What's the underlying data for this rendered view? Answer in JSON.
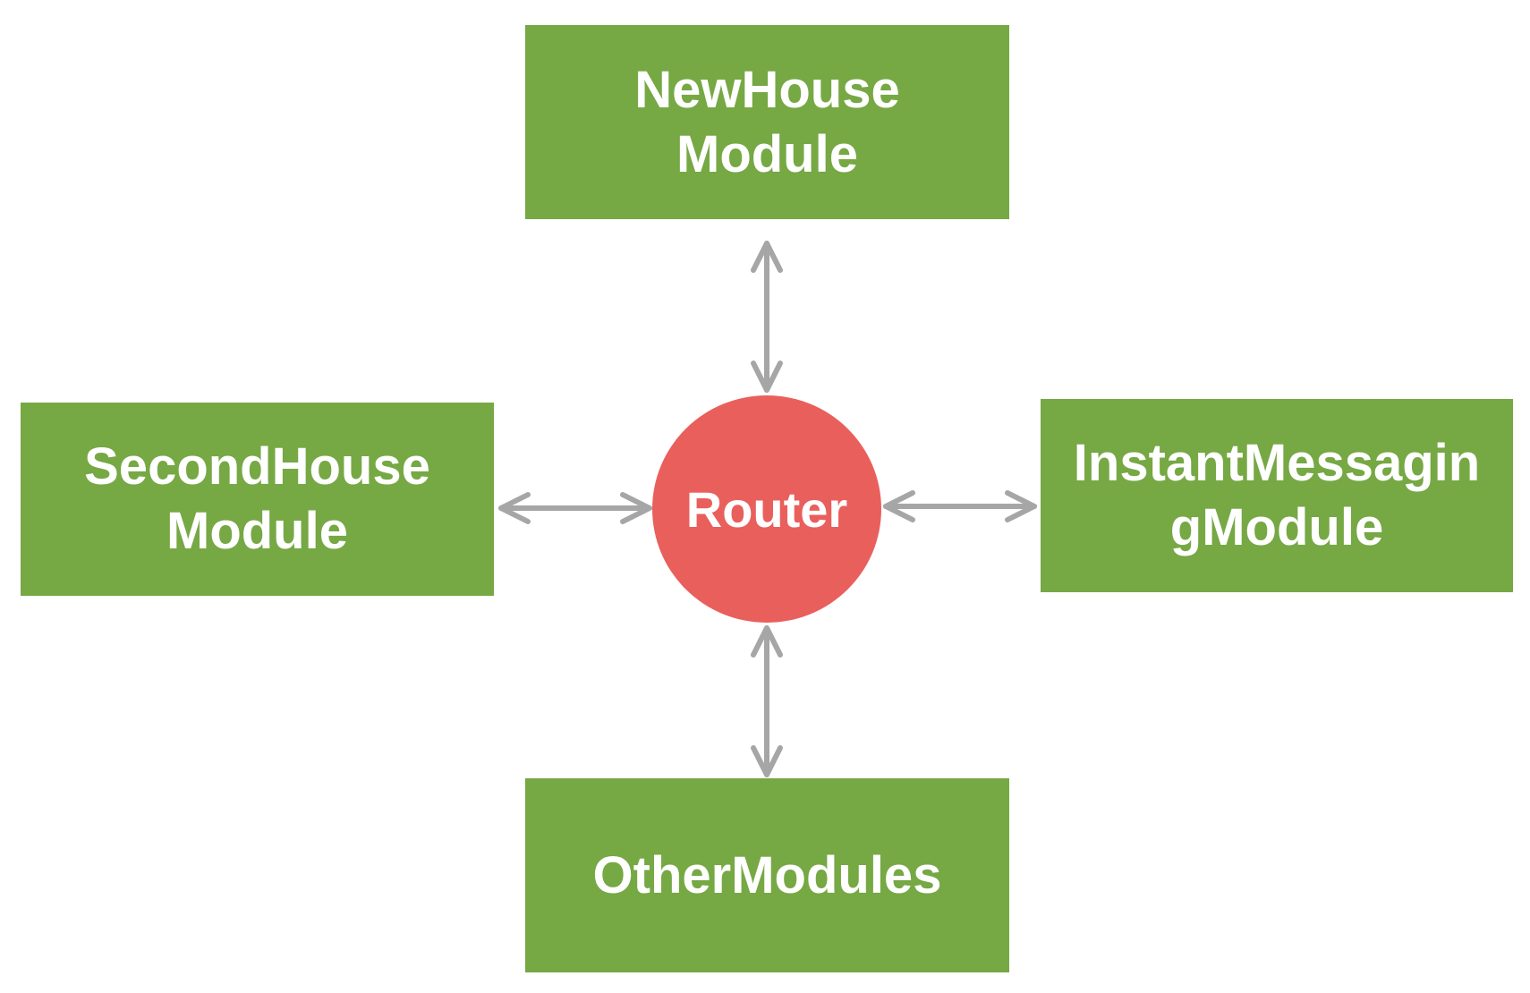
{
  "colors": {
    "module_fill": "#76a844",
    "router_fill": "#e95f5c",
    "connector": "#a6a6a6",
    "text": "#ffffff"
  },
  "router": {
    "label": "Router"
  },
  "modules": {
    "new_house": {
      "line1": "NewHouse",
      "line2": "Module"
    },
    "second_house": {
      "line1": "SecondHouse",
      "line2": "Module"
    },
    "instant_messaging": {
      "line1": "InstantMessagin",
      "line2": "gModule"
    },
    "other": {
      "line1": "OtherModules"
    }
  }
}
